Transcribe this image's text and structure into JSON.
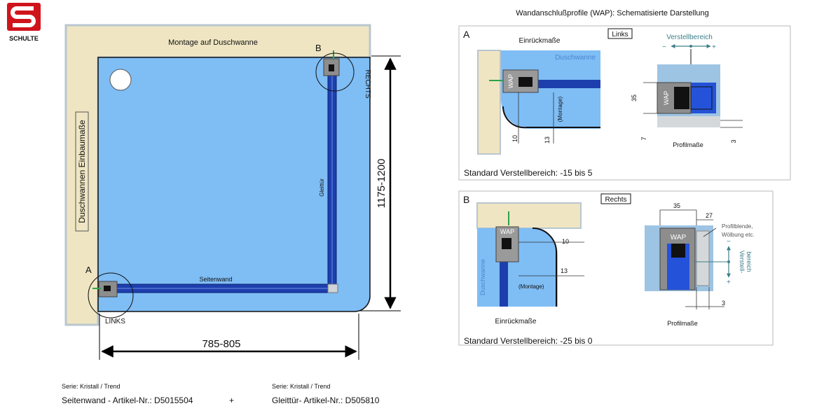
{
  "logo": {
    "brand": "SCHULTE",
    "accent": "#d0141c"
  },
  "colors": {
    "water": "#7fbdf5",
    "wall": "#efe5c2",
    "profile_dark": "#1d3fae",
    "frame_grey": "#8d8d8d"
  },
  "main_plan": {
    "top_label": "Montage auf Duschwanne",
    "left_label": "Duschwannen Einbaumaße",
    "marker_a": "A",
    "marker_b": "B",
    "label_links": "LINKS",
    "label_rechts": "RECHTS",
    "door_label": "Gleittür",
    "wall_label": "Seitenwand",
    "dim_width": "785-805",
    "dim_depth": "1175-1200"
  },
  "right_title": "Wandanschlußprofile (WAP): Schematisierte Darstellung",
  "panel_a": {
    "letter": "A",
    "side": "Links",
    "einrueck_title": "Einrückmaße",
    "duschwanne": "Duschwanne",
    "wap": "WAP",
    "montage": "(Montage)",
    "dim_10": "10",
    "dim_13": "13",
    "verstell_title": "Verstellbereich",
    "minus": "−",
    "plus": "+",
    "dim_35": "35",
    "dim_7": "7",
    "dim_3": "3",
    "profilmasse": "Profilmaße",
    "standard": "Standard Verstellbereich: -15 bis 5"
  },
  "panel_b": {
    "letter": "B",
    "side": "Rechts",
    "wap": "WAP",
    "duschwanne": "Duschwanne",
    "montage": "(Montage)",
    "dim_10": "10",
    "dim_13": "13",
    "einrueck_title": "Einrückmaße",
    "dim_35": "35",
    "dim_27": "27",
    "profilblende": "Profilblende,",
    "woelbung": "Wölbung etc.",
    "minus": "−",
    "plus": "+",
    "verstell_1": "Verstell-",
    "verstell_2": "bereich",
    "dim_3": "3",
    "profilmasse": "Profilmaße",
    "standard": "Standard Verstellbereich: -25 bis 0"
  },
  "footer": {
    "left_serie": "Serie: Kristall / Trend",
    "left_artikel": "Seitenwand - Artikel-Nr.: D5015504",
    "plus": "+",
    "right_serie": "Serie: Kristall / Trend",
    "right_artikel": "Gleittür- Artikel-Nr.: D505810"
  }
}
